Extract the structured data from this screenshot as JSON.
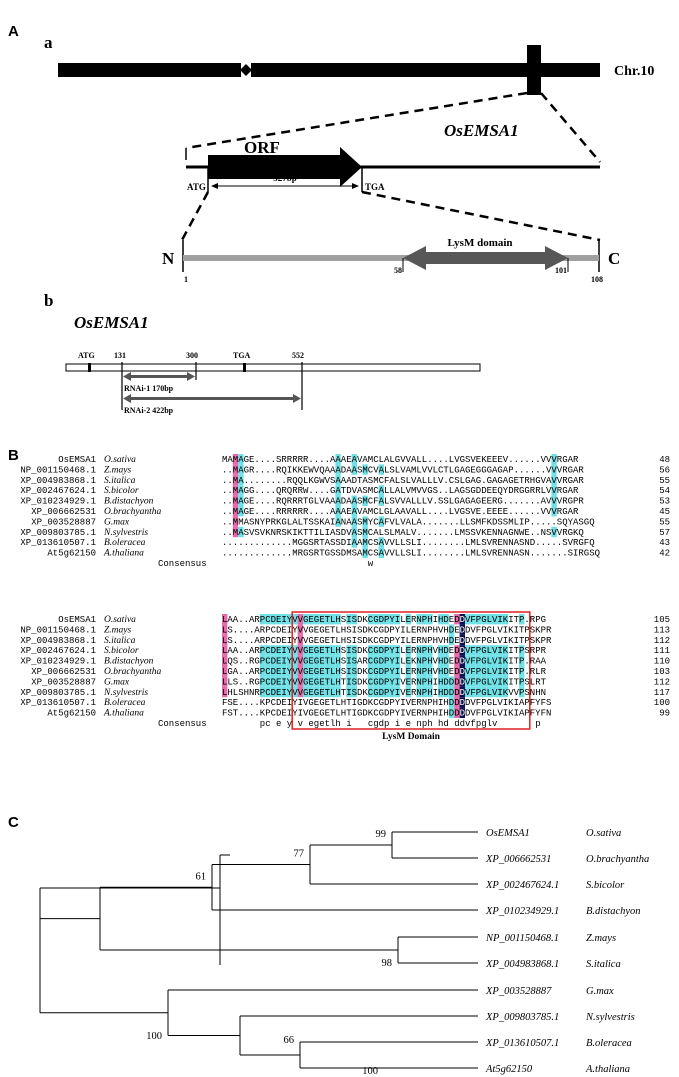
{
  "panelA": {
    "label": "A",
    "sub_a": "a",
    "sub_b": "b",
    "chrom": "Chr.10",
    "gene": "OsEMSA1",
    "orf": "ORF",
    "atg": "ATG",
    "tga": "TGA",
    "orf_len": "327bp",
    "n_term": "N",
    "c_term": "C",
    "domain": "LysM domain",
    "pos_1": "1",
    "pos_58": "58",
    "pos_101": "101",
    "pos_108": "108",
    "b_gene": "OsEMSA1",
    "b_atg": "ATG",
    "b_tga": "TGA",
    "b_131": "131",
    "b_300": "300",
    "b_552": "552",
    "rnai1": "RNAi-1  170bp",
    "rnai2": "RNAi-2  422bp"
  },
  "panelB": {
    "label": "B",
    "block1": {
      "rows": [
        {
          "acc": "OsEMSA1",
          "sp": "O.sativa",
          "seq": "MAMAGE....SRRRRR....AAAEAVAMCLALGVVALL....LVGSVEKEEEV......VVVRGAR",
          "num": "48"
        },
        {
          "acc": "NP_001150468.1",
          "sp": "Z.mays",
          "seq": "..MAGR....RQIKKEWVQAAADAASMCVALSLVAMLVVLCTLGAGEGGGAGAP......VVVRGAR",
          "num": "56"
        },
        {
          "acc": "XP_004983868.1",
          "sp": "S.italica",
          "seq": "..MA........RQQLKGWVSAAADTASMCFALSLVALLLV.CSLGAG.GAGAGETRHGVAVVRGAR",
          "num": "55"
        },
        {
          "acc": "XP_002467624.1",
          "sp": "S.bicolor",
          "seq": "..MAGG....QRQRRW....GATDVASMCALLALVMVVGS..LAGSGDDEEQYDRGGRRLVVRGAR",
          "num": "54"
        },
        {
          "acc": "XP_010234929.1",
          "sp": "B.distachyon",
          "seq": "..MAGE....RQRRRTGLVAAADAASMCFALSVVALLLV.SSLGAGAGEERG.......AVVVRGPR",
          "num": "53"
        },
        {
          "acc": "XP_006662531",
          "sp": "O.brachyantha",
          "seq": "..MAGE....RRRRRR....AAAEAVAMCLGLAAVALL....LVGSVE.EEEE......VVVRGAR",
          "num": "45"
        },
        {
          "acc": "XP_003528887",
          "sp": "G.max",
          "seq": "..MMASNYPRKGLALTSSKAIANAASMYCAFVLVALA.......LLSMFKDSSMLIP.....SQYASGQ",
          "num": "55"
        },
        {
          "acc": "XP_009803785.1",
          "sp": "N.sylvestris",
          "seq": "..MASVSVKNRSKIKTTILIASDVASMCALSLMALV.......LMSSVKENNAGNWE..NSVVRGKQ",
          "num": "57"
        },
        {
          "acc": "XP_013610507.1",
          "sp": "B.oleracea",
          "seq": ".............MGGSRTASSDIAAMCSAVVLLSLI........LMLSVRENNASND.....SVRGFQ",
          "num": "43"
        },
        {
          "acc": "At5g62150",
          "sp": "A.thaliana",
          "seq": ".............MRGSRTGSSDMSAMCSAVVLLSLI........LMLSVRENNASN.......SIRGSQ",
          "num": "42"
        }
      ],
      "consensus_label": "Consensus",
      "consensus": "w"
    },
    "block2": {
      "rows": [
        {
          "acc": "OsEMSA1",
          "sp": "O.sativa",
          "seq": "LAA..ARPCDEIYVVGEGETLHSISDKCGDPYILERNPHIHDEDDVFPGLVIKITP.RPG",
          "num": "105"
        },
        {
          "acc": "NP_001150468.1",
          "sp": "Z.mays",
          "seq": "LS....ARPCDEIYVVGEGETLHSISDKCGDPYILERNPHVHDEDDVFPGLVIKITPSKPR",
          "num": "113"
        },
        {
          "acc": "XP_004983868.1",
          "sp": "S.italica",
          "seq": "LS....ARPCDEIYVVGEGETLHSISDKCGDPYILERNPHVHDEDDVFPGLVIKITPSKPR",
          "num": "112"
        },
        {
          "acc": "XP_002467624.1",
          "sp": "S.bicolor",
          "seq": "LAA..ARPCDEIYVVGEGETLHSISDKCGDPYILERNPHVHDEDDVFPGLVIKITPSRPR",
          "num": "111"
        },
        {
          "acc": "XP_010234929.1",
          "sp": "B.distachyon",
          "seq": "LQS..RGPCDEIYVVGEGETLHSISARCGDPYILEKNPHVHDEDDVFPGLVIKITP.RAA",
          "num": "110"
        },
        {
          "acc": "XP_006662531",
          "sp": "O.brachyantha",
          "seq": "LGA..ARPCDEIYVVGEGETLHSISDKCGDPYILERNPHVHDEDDVFPGLVIKITP.RLR",
          "num": "103"
        },
        {
          "acc": "XP_003528887",
          "sp": "G.max",
          "seq": "LLS..RGPCDEIYVVGEGETLHTISDKCGDPYIVERNPHIHDDDDVFPGLVIKITPSLRT",
          "num": "112"
        },
        {
          "acc": "XP_009803785.1",
          "sp": "N.sylvestris",
          "seq": "LHLSHNRPCDEIYVVGEGETLHTISDKCGDPYIVERNPHIHDDDDVFPGLVIKVVPSNHN",
          "num": "117"
        },
        {
          "acc": "XP_013610507.1",
          "sp": "B.oleracea",
          "seq": "FSE....KPCDEIYIVGEGETLHTIGDKCGDPYIVERNPHIHDDDDVFPGLVIKIAPFYFS",
          "num": "100"
        },
        {
          "acc": "At5g62150",
          "sp": "A.thaliana",
          "seq": "FST....KPCDEIYIVGEGETLHTIGDKCGDPYIVERNPHIHDDDDVFPGLVIKIAPFYFN",
          "num": "99"
        }
      ],
      "consensus_label": "Consensus",
      "consensus": "pc e y v egetlh i   cgdp i e nph hd ddvfpglv       p",
      "domain_label": "LysM Domain"
    },
    "colors": {
      "identical": "#0d1050",
      "high": "#e46aa8",
      "partial": "#6fe1e6",
      "box": "#e02020"
    }
  },
  "panelC": {
    "label": "C",
    "taxa": [
      {
        "acc": "OsEMSA1",
        "sp": "O.sativa"
      },
      {
        "acc": "XP_006662531",
        "sp": "O.brachyantha"
      },
      {
        "acc": "XP_002467624.1",
        "sp": "S.bicolor"
      },
      {
        "acc": "XP_010234929.1",
        "sp": "B.distachyon"
      },
      {
        "acc": "NP_001150468.1",
        "sp": "Z.mays"
      },
      {
        "acc": "XP_004983868.1",
        "sp": "S.italica"
      },
      {
        "acc": "XP_003528887",
        "sp": "G.max"
      },
      {
        "acc": "XP_009803785.1",
        "sp": "N.sylvestris"
      },
      {
        "acc": "XP_013610507.1",
        "sp": "B.oleracea"
      },
      {
        "acc": "At5g62150",
        "sp": "A.thaliana"
      }
    ],
    "bootstrap": [
      "99",
      "77",
      "61",
      "98",
      "100",
      "66",
      "100"
    ]
  }
}
